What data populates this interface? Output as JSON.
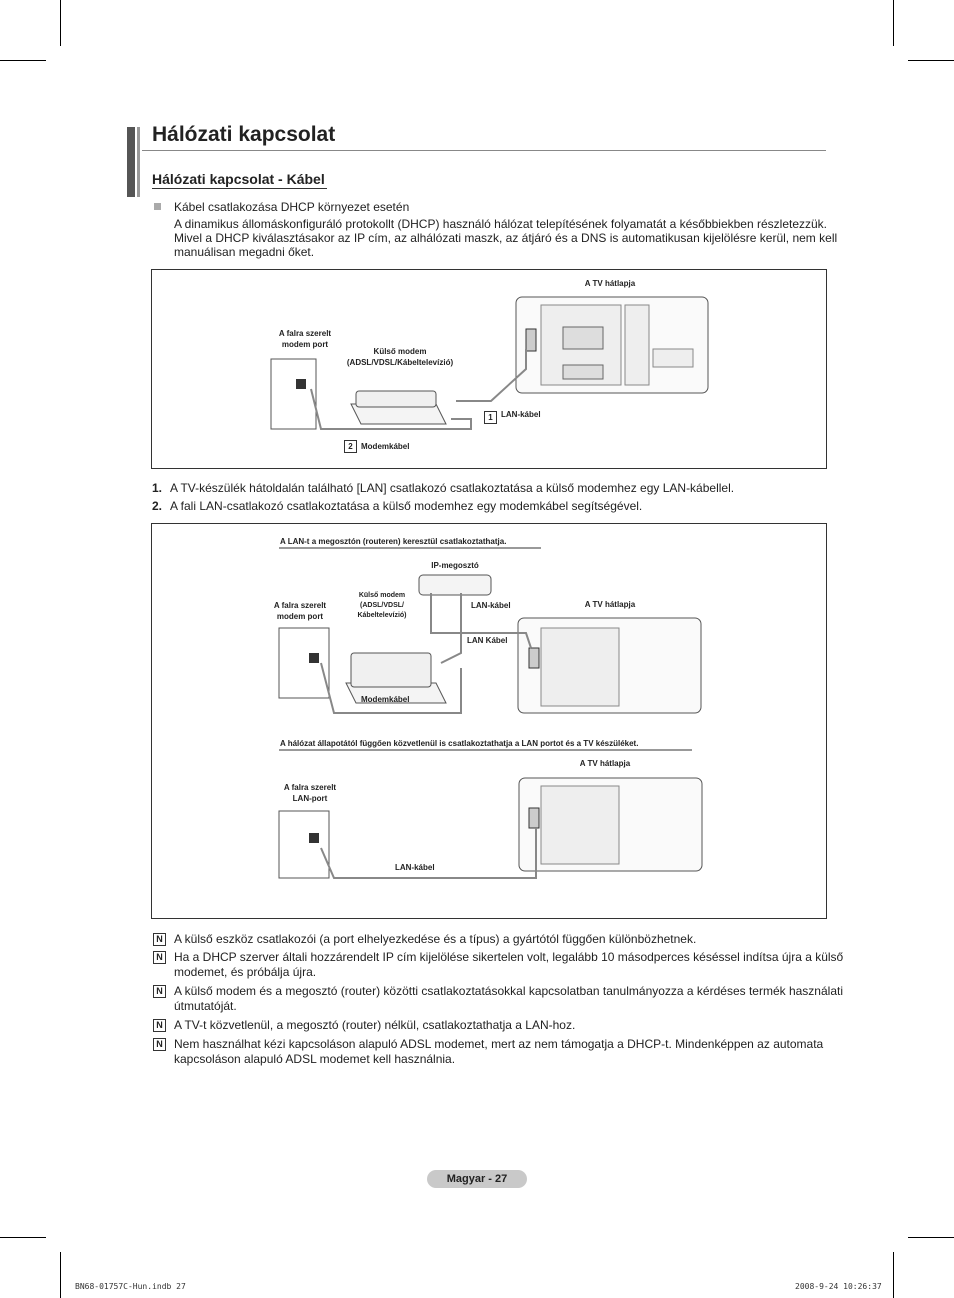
{
  "page": {
    "title": "Hálózati kapcsolat",
    "subtitle": "Hálózati kapcsolat - Kábel",
    "bullet_heading": "Kábel csatlakozása DHCP környezet esetén",
    "bullet_text": [
      "A dinamikus állomáskonfiguráló protokollt (DHCP) használó hálózat telepítésének folyamatát a későbbiekben részletezzük.",
      "Mivel a DHCP kiválasztásakor az IP cím, az alhálózati maszk, az átjáró és a DNS is automatikusan kijelölésre kerül, nem kell",
      "manuálisan megadni őket."
    ]
  },
  "diagram1": {
    "tv_back": "A TV hátlapja",
    "wall_port": [
      "A falra szerelt",
      "modem port"
    ],
    "modem": [
      "Külső modem",
      "(ADSL/VDSL/Kábeltelevízió)"
    ],
    "lan_cable": "LAN-kábel",
    "modem_cable": "Modemkábel",
    "step1": "1",
    "step2": "2"
  },
  "steps": [
    {
      "num": "1.",
      "text": "A TV-készülék hátoldalán található [LAN] csatlakozó csatlakoztatása a külső modemhez egy LAN-kábellel."
    },
    {
      "num": "2.",
      "text": "A fali LAN-csatlakozó csatlakoztatása a külső modemhez egy modemkábel segítségével."
    }
  ],
  "diagram2": {
    "heading_a": "A LAN-t a megosztón (routeren) keresztül csatlakoztathatja.",
    "ip_sharer": "IP-megosztó",
    "wall_port": [
      "A falra szerelt",
      "modem port"
    ],
    "modem": [
      "Külső modem",
      "(ADSL/VDSL/",
      "Kábeltelevízió)"
    ],
    "lan_cable_a": "LAN-kábel",
    "lan_cable_b": "LAN Kábel",
    "tv_back_a": "A TV hátlapja",
    "modem_cable": "Modemkábel",
    "heading_b": "A hálózat állapotától függően közvetlenül is csatlakoztathatja a LAN portot és a TV készüléket.",
    "tv_back_b": "A TV hátlapja",
    "wall_lan": [
      "A falra szerelt",
      "LAN-port"
    ],
    "lan_cable_c": "LAN-kábel"
  },
  "notes": [
    [
      "A külső eszköz csatlakozói (a port elhelyezkedése és a típus) a gyártótól függően különbözhetnek."
    ],
    [
      "Ha a DHCP szerver általi hozzárendelt IP cím kijelölése sikertelen volt, legalább 10 másodperces késéssel indítsa újra a külső",
      "modemet, és próbálja újra."
    ],
    [
      "A külső modem és a megosztó (router) közötti csatlakoztatásokkal kapcsolatban tanulmányozza a kérdéses termék használati",
      "útmutatóját."
    ],
    [
      "A TV-t közvetlenül, a megosztó (router) nélkül, csatlakoztathatja a LAN-hoz."
    ],
    [
      "Nem használhat kézi kapcsoláson alapuló ADSL modemet, mert az nem támogatja a DHCP-t. Mindenképpen az automata",
      "kapcsoláson alapuló ADSL modemet kell használnia."
    ]
  ],
  "note_icon": "N",
  "footer": {
    "page_label": "Magyar -  27",
    "file": "BN68-01757C-Hun.indb   27",
    "date": "2008-9-24   10:26:37"
  }
}
